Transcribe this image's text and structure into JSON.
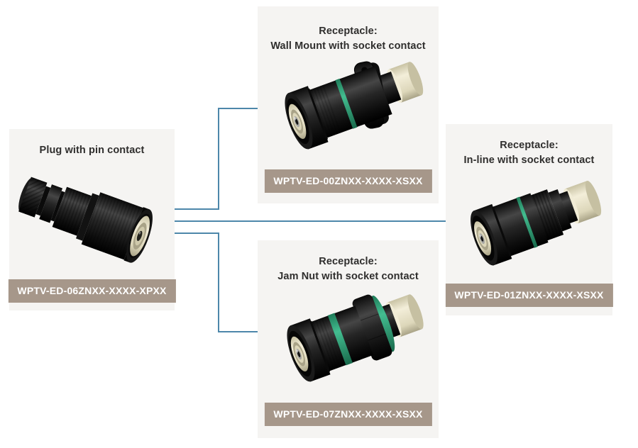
{
  "diagram": {
    "cards": {
      "plug": {
        "title_line1": "Plug with pin contact",
        "part_number": "WPTV-ED-06ZNXX-XXXX-XPXX",
        "image": "plug-with-pin-contact-photo"
      },
      "wall_mount": {
        "title_line1": "Receptacle:",
        "title_line2": "Wall Mount with socket contact",
        "part_number": "WPTV-ED-00ZNXX-XXXX-XSXX",
        "image": "receptacle-wall-mount-photo"
      },
      "in_line": {
        "title_line1": "Receptacle:",
        "title_line2": "In-line with socket contact",
        "part_number": "WPTV-ED-01ZNXX-XXXX-XSXX",
        "image": "receptacle-in-line-photo"
      },
      "jam_nut": {
        "title_line1": "Receptacle:",
        "title_line2": "Jam Nut with socket contact",
        "part_number": "WPTV-ED-07ZNXX-XXXX-XSXX",
        "image": "receptacle-jam-nut-photo"
      }
    },
    "connections": [
      {
        "from": "plug",
        "to": "wall_mount"
      },
      {
        "from": "plug",
        "to": "in_line"
      },
      {
        "from": "plug",
        "to": "jam_nut"
      }
    ],
    "colors": {
      "card_background": "#f5f4f2",
      "label_background": "#a6978a",
      "label_text": "#ffffff",
      "title_text": "#2f2e2d",
      "connector_line": "#4d87aa",
      "seal_ring_green": "#2f9e78",
      "insert_cream": "#e9e4cb",
      "body_black": "#111111"
    }
  }
}
